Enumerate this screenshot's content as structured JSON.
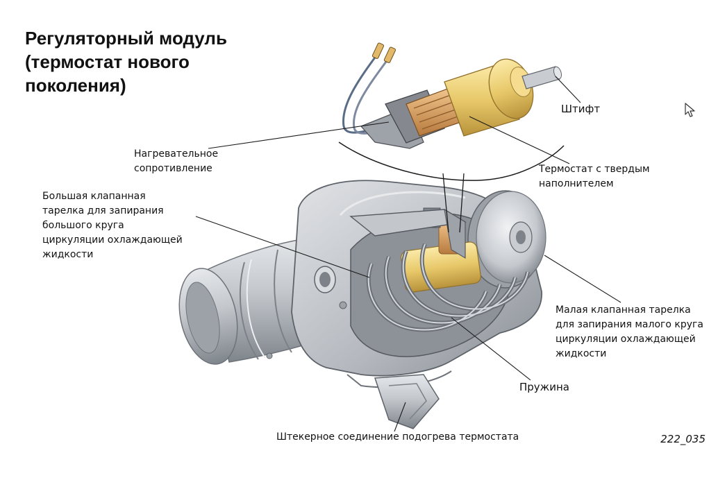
{
  "title": {
    "lines": [
      "Регуляторный модуль",
      "(термостат нового",
      "поколения)"
    ]
  },
  "labels": {
    "pin": [
      "Штифт"
    ],
    "heater": [
      "Нагревательное",
      "сопротивление"
    ],
    "solid_thermostat": [
      "Термостат с твердым",
      "наполнителем"
    ],
    "big_valve": [
      "Большая клапанная",
      "тарелка для запирания",
      "большого круга",
      "циркуляции охлаждающей",
      "жидкости"
    ],
    "small_valve": [
      "Малая клапанная тарелка",
      "для запирания малого круга",
      "циркуляции охлаждающей",
      "жидкости"
    ],
    "spring": [
      "Пружина"
    ],
    "connector": [
      "Штекерное соединение подогрева термостата"
    ]
  },
  "figure_id": "222_035",
  "colors": {
    "metal": "#c9ccd1",
    "metal_dark": "#8e939a",
    "brass": "#e8c96a",
    "copper": "#d9a060",
    "line": "#1a1a1a"
  },
  "icons": [
    "mouse-pointer-icon"
  ]
}
